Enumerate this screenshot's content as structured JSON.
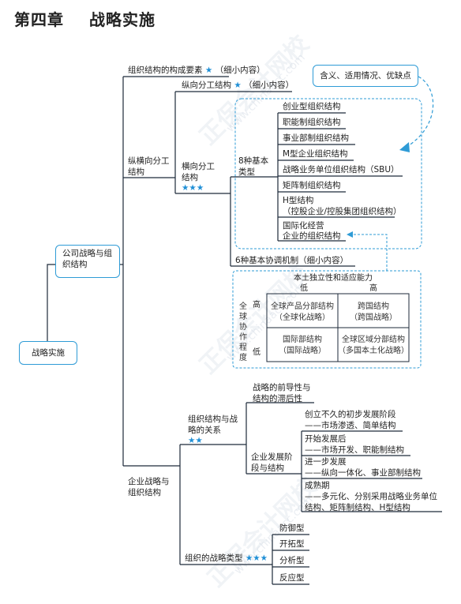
{
  "title": {
    "chapter": "第四章",
    "name": "战略实施"
  },
  "watermark": {
    "text": "正保会计网校",
    "url": "www.chinaacc.com"
  },
  "root": {
    "label": "战略实施"
  },
  "branch1": {
    "label": "公司战略与组织结构",
    "elements": {
      "text": "组织结构的构成要素",
      "stars": "★",
      "note": "（细小内容）"
    },
    "division": {
      "label": "纵横向分工结构",
      "vertical": {
        "text": "纵向分工结构",
        "stars": "★",
        "note": "（细小内容）"
      },
      "horizontal": {
        "label": "横向分工结构",
        "stars": "★★★",
        "basic_types_label": "8种基本类型",
        "basic_types": [
          "创业型组织结构",
          "职能制组织结构",
          "事业部制组织结构",
          "M型企业组织结构",
          "战略业务单位组织结构（SBU）",
          "矩阵制组织结构",
          "H型结构",
          "（控股企业/控股集团组织结构）",
          "国际化经营",
          "企业的组织结构"
        ],
        "callout": "含义、适用情况、优缺点",
        "coordination": "6种基本协调机制（细小内容）"
      }
    },
    "matrix": {
      "x_title": "本土独立性和适应能力",
      "x_low": "低",
      "x_high": "高",
      "y_title": "全球协作程度",
      "y_high": "高",
      "y_low": "低",
      "cells": [
        [
          "全球产品分部结构",
          "（全球化战略）"
        ],
        [
          "跨国结构",
          "（跨国战略）"
        ],
        [
          "国际部结构",
          "（国际战略）"
        ],
        [
          "全球区域分部结构",
          "（多国本土化战略）"
        ]
      ]
    }
  },
  "branch2": {
    "label": "企业战略与组织结构",
    "relation": {
      "label": "组织结构与战略的关系",
      "stars": "★★",
      "lead_lag": "战略的前导性与结构的滞后性",
      "stages_label": "企业发展阶段与结构",
      "stages": [
        {
          "title": "创立不久的初步发展阶段",
          "detail": "——市场渗透、简单结构"
        },
        {
          "title": "开始发展后",
          "detail": "——市场开发、职能制结构"
        },
        {
          "title": "进一步发展",
          "detail": "——纵向一体化、事业部制结构"
        },
        {
          "title": "成熟期",
          "detail": "——多元化、分别采用战略业务单位",
          "detail2": "结构、矩阵制结构、H型结构"
        }
      ]
    },
    "types": {
      "label": "组织的战略类型",
      "stars": "★★★",
      "items": [
        "防御型",
        "开拓型",
        "分析型",
        "反应型"
      ]
    }
  }
}
